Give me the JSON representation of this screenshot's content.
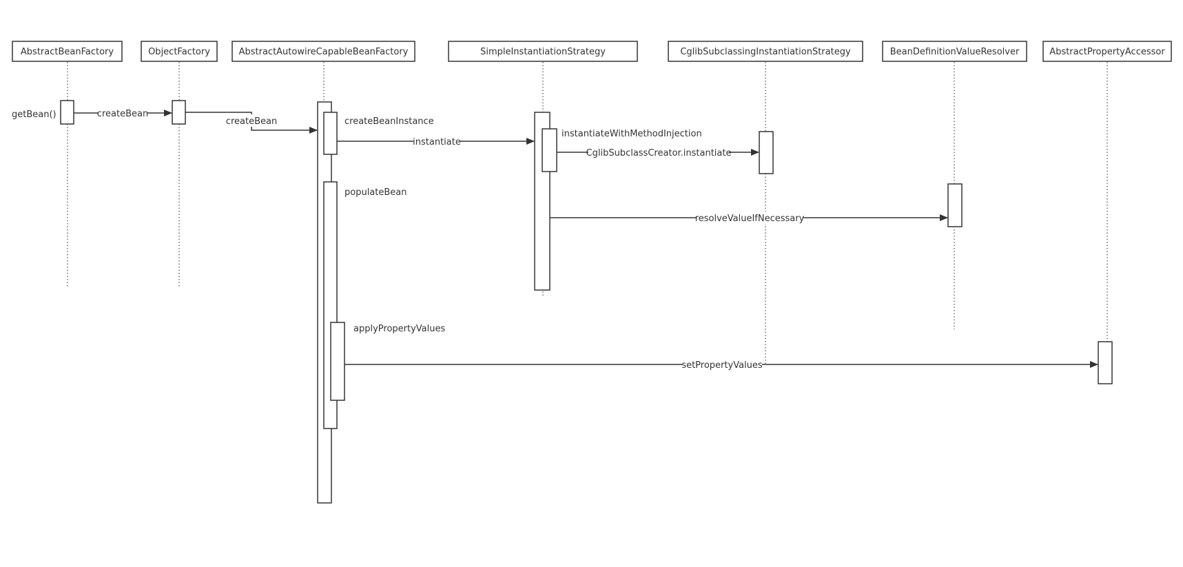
{
  "participants": [
    {
      "id": "p1",
      "name": "AbstractBeanFactory"
    },
    {
      "id": "p2",
      "name": "ObjectFactory"
    },
    {
      "id": "p3",
      "name": "AbstractAutowireCapableBeanFactory"
    },
    {
      "id": "p4",
      "name": "SimpleInstantiationStrategy"
    },
    {
      "id": "p5",
      "name": "CglibSubclassingInstantiationStrategy"
    },
    {
      "id": "p6",
      "name": "BeanDefinitionValueResolver"
    },
    {
      "id": "p7",
      "name": "AbstractPropertyAccessor"
    }
  ],
  "messages": {
    "getBean": "getBean()",
    "createBean1": "createBean",
    "createBean2": "createBean",
    "createBeanInstance": "createBeanInstance",
    "instantiate": "instantiate",
    "instantiateWithMethodInjection": "instantiateWithMethodInjection",
    "cglibInstantiate": "CglibSubclassCreator.instantiate",
    "populateBean": "populateBean",
    "resolveValueIfNecessary": "resolveValueIfNecessary",
    "applyPropertyValues": "applyPropertyValues",
    "setPropertyValues": "setPropertyValues"
  }
}
